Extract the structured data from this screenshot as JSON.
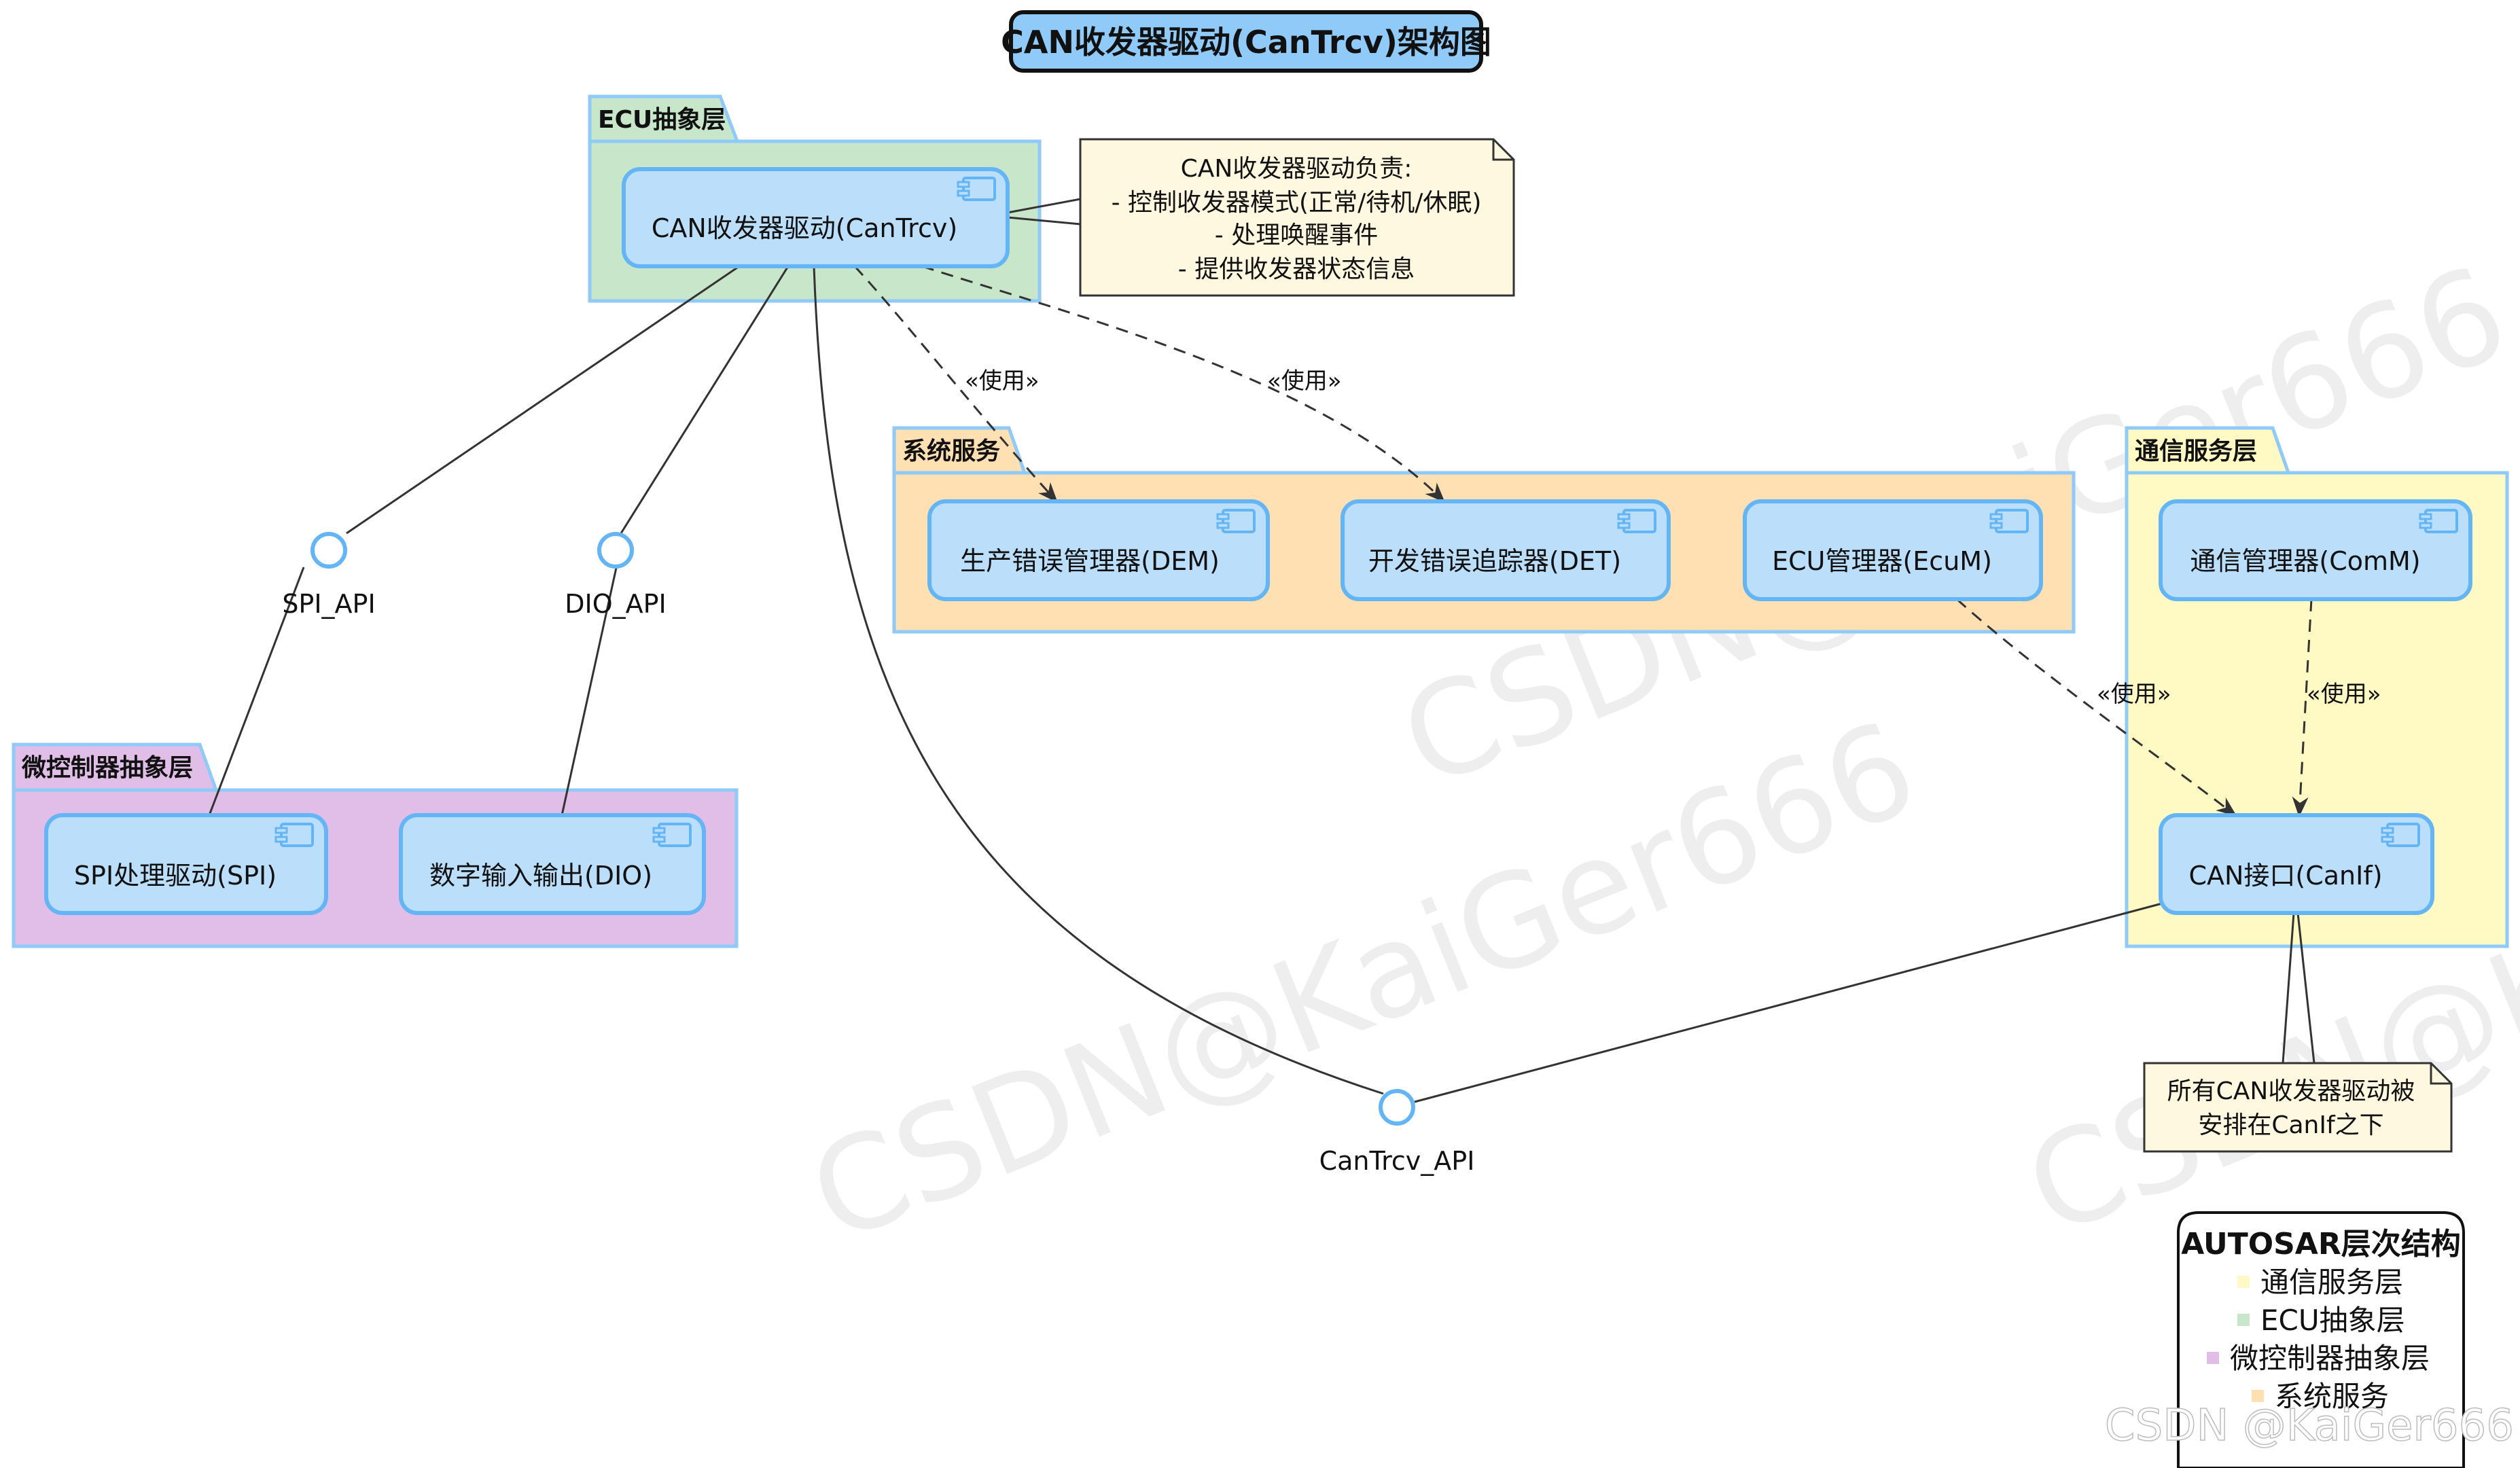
{
  "title": "CAN收发器驱动(CanTrcv)架构图",
  "packages": {
    "ecu": {
      "label": "ECU抽象层",
      "color": "#c8e6c9"
    },
    "sys": {
      "label": "系统服务",
      "color": "#ffe0b2"
    },
    "comm": {
      "label": "通信服务层",
      "color": "#fff9c4"
    },
    "mcal": {
      "label": "微控制器抽象层",
      "color": "#e1bee7"
    }
  },
  "components": {
    "cantrcv": "CAN收发器驱动(CanTrcv)",
    "dem": "生产错误管理器(DEM)",
    "det": "开发错误追踪器(DET)",
    "ecum": "ECU管理器(EcuM)",
    "comm": "通信管理器(ComM)",
    "canif": "CAN接口(CanIf)",
    "spi": "SPI处理驱动(SPI)",
    "dio": "数字输入输出(DIO)"
  },
  "interfaces": {
    "spi_api": "SPI_API",
    "dio_api": "DIO_API",
    "cantrcv_api": "CanTrcv_API"
  },
  "notes": {
    "cantrcv": [
      "CAN收发器驱动负责:",
      "- 控制收发器模式(正常/待机/休眠)",
      "- 处理唤醒事件",
      "- 提供收发器状态信息"
    ],
    "canif": [
      "所有CAN收发器驱动被",
      "安排在CanIf之下"
    ]
  },
  "relations": {
    "use_label": "«使用»"
  },
  "legend": {
    "title": "AUTOSAR层次结构",
    "items": [
      {
        "label": "通信服务层",
        "color": "#fff9c4"
      },
      {
        "label": "ECU抽象层",
        "color": "#c8e6c9"
      },
      {
        "label": "微控制器抽象层",
        "color": "#e1bee7"
      },
      {
        "label": "系统服务",
        "color": "#ffe0b2"
      }
    ]
  },
  "watermark": {
    "text": "CSDN@KaiGer666",
    "footer": "CSDN @KaiGer666"
  },
  "colors": {
    "component_fill": "#bbdefb",
    "component_border": "#64b5f6",
    "note_fill": "#fff8e1",
    "title_fill": "#90caf9",
    "line": "#333333"
  }
}
